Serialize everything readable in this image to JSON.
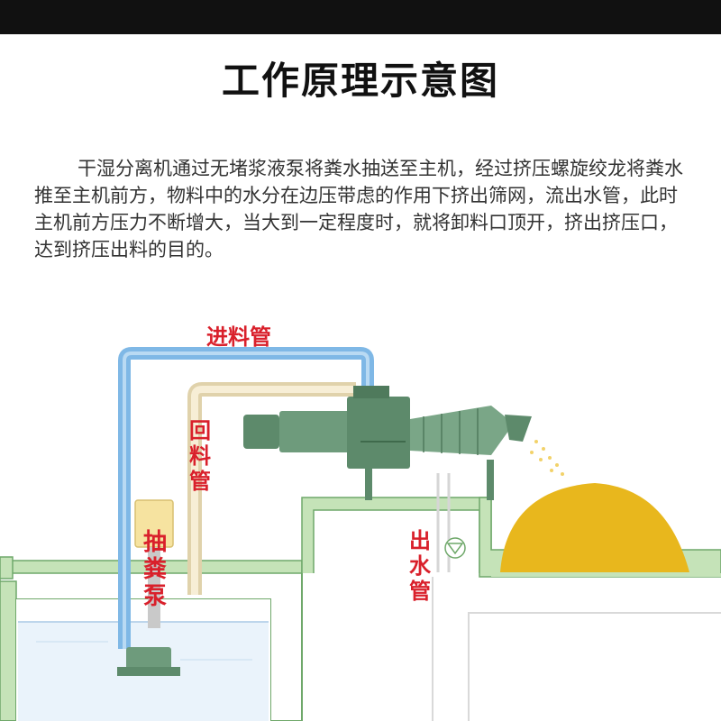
{
  "header": {
    "title": "工作原理示意图"
  },
  "description": {
    "text": "干湿分离机通过无堵浆液泵将粪水抽送至主机，经过挤压螺旋绞龙将粪水推至主机前方，物料中的水分在边压带虑的作用下挤出筛网，流出水管，此时主机前方压力不断增大，当大到一定程度时，就将卸料口顶开，挤出挤压口，达到挤压出料的目的。"
  },
  "diagram": {
    "labels": {
      "inlet_pipe": "进料管",
      "return_pipe": [
        "回",
        "料",
        "管"
      ],
      "pump": [
        "抽",
        "粪",
        "泵"
      ],
      "outlet_pipe": [
        "出",
        "水",
        "管"
      ]
    },
    "colors": {
      "label_red": "#d9202b",
      "ground_green": "#c5e3b8",
      "ground_edge": "#6fa86a",
      "inlet_pipe_blue": "#7fb8e6",
      "return_pipe_beige": "#f2e6c8",
      "machine_green": "#5d8a6b",
      "material_yellow": "#e8b71d",
      "pump_yellow": "#f6e3a0",
      "water_blue": "#eaf3fb"
    }
  }
}
